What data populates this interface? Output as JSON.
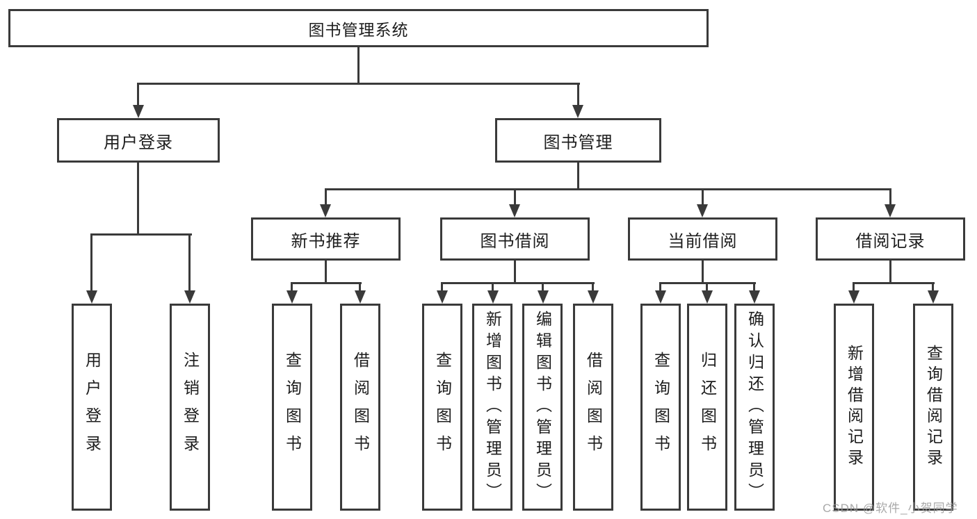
{
  "tree": {
    "label": "图书管理系统",
    "children": [
      {
        "label": "用户登录",
        "children": [
          {
            "label": "用户登录"
          },
          {
            "label": "注销登录"
          }
        ]
      },
      {
        "label": "图书管理",
        "children": [
          {
            "label": "新书推荐",
            "children": [
              {
                "label": "查询图书"
              },
              {
                "label": "借阅图书"
              }
            ]
          },
          {
            "label": "图书借阅",
            "children": [
              {
                "label": "查询图书"
              },
              {
                "label": "新增图书（管理员）"
              },
              {
                "label": "编辑图书（管理员）"
              },
              {
                "label": "借阅图书"
              }
            ]
          },
          {
            "label": "当前借阅",
            "children": [
              {
                "label": "查询图书"
              },
              {
                "label": "归还图书"
              },
              {
                "label": "确认归还（管理员）"
              }
            ]
          },
          {
            "label": "借阅记录",
            "children": [
              {
                "label": "新增借阅记录"
              },
              {
                "label": "查询借阅记录"
              }
            ]
          }
        ]
      }
    ]
  },
  "watermark": {
    "text": "CSDN @软件_小贺同学"
  },
  "colors": {
    "line": "#3a3a3a",
    "ink": "#1d1d1d",
    "watermark": "#9a9a9a",
    "bg": "#ffffff"
  }
}
